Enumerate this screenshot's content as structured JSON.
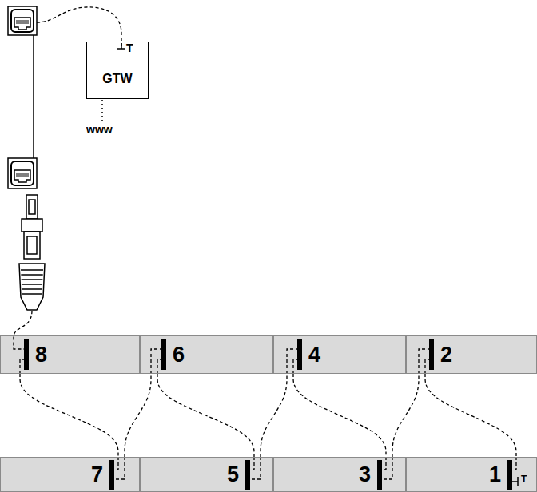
{
  "diagram": {
    "nodes": [
      {
        "text": [
          "GTW"
        ]
      },
      {
        "text": [
          "8"
        ]
      },
      {
        "text": [
          "6"
        ]
      },
      {
        "text": [
          "4"
        ]
      },
      {
        "text": [
          "2"
        ]
      },
      {
        "text": [
          "7"
        ]
      },
      {
        "text": [
          "5"
        ]
      },
      {
        "text": [
          "3"
        ]
      },
      {
        "text": [
          "1"
        ]
      }
    ],
    "edges": [
      {
        "from": 1,
        "to": 5,
        "arrow": "none"
      },
      {
        "from": 5,
        "to": 2,
        "arrow": "none"
      },
      {
        "from": 2,
        "to": 6,
        "arrow": "none"
      },
      {
        "from": 6,
        "to": 3,
        "arrow": "none"
      },
      {
        "from": 3,
        "to": 7,
        "arrow": "none"
      },
      {
        "from": 7,
        "to": 4,
        "arrow": "none"
      },
      {
        "from": 4,
        "to": 8,
        "arrow": "none"
      }
    ],
    "labels": [
      "T",
      "www",
      "T"
    ]
  }
}
